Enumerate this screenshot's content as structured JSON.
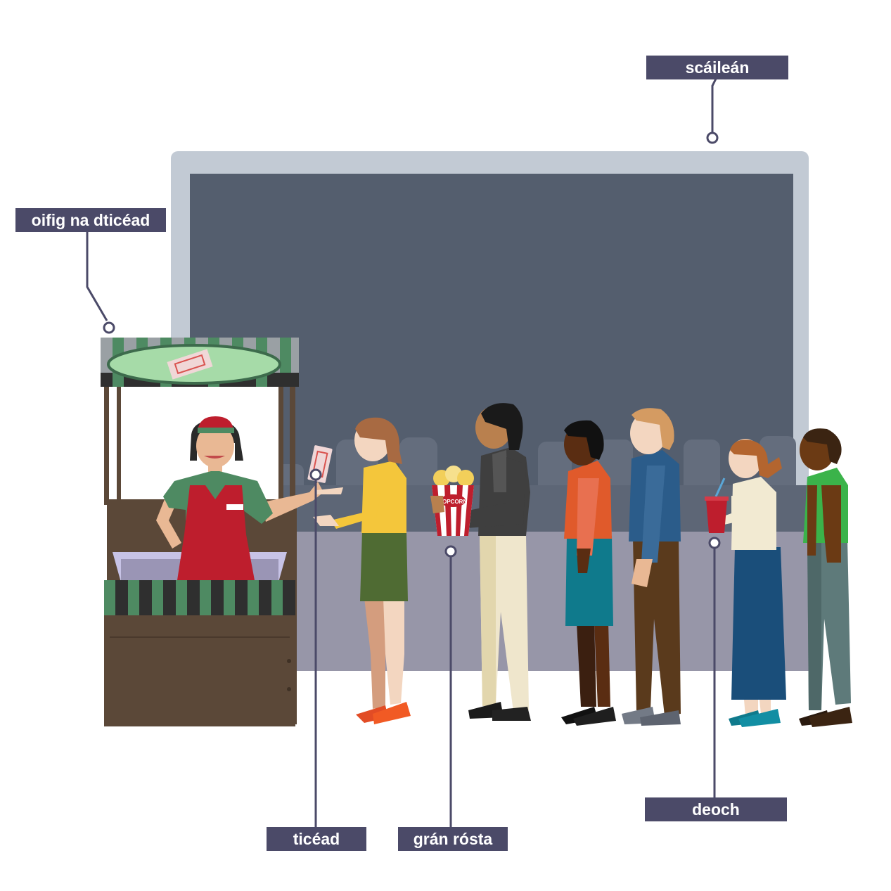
{
  "labels": {
    "screen": "scáileán",
    "ticket_office": "oifig na dticéad",
    "ticket": "ticéad",
    "popcorn": "grán rósta",
    "drink": "deoch"
  },
  "popcorn_box_text": "POPCORN",
  "colors": {
    "label_bg": "#4b4a68",
    "screen_frame": "#c2cad4",
    "screen": "#545e6e",
    "floor_band": "#9796a8",
    "booth_wood": "#5b4838",
    "awning_green": "#4e8a62",
    "uniform_red": "#be1e2d"
  }
}
